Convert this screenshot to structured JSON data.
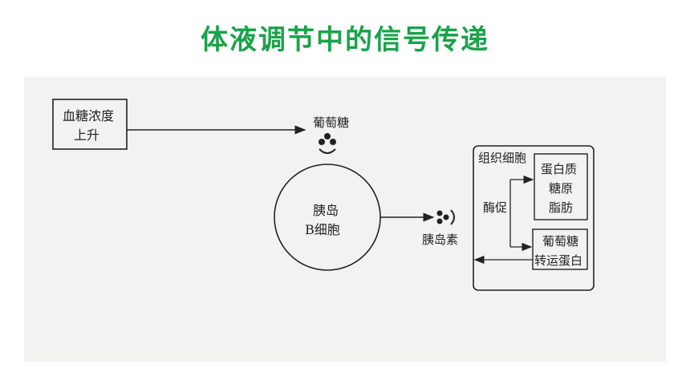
{
  "title": "体液调节中的信号传递",
  "diagram": {
    "stimulus_line1": "血糖浓度",
    "stimulus_line2": "上升",
    "glucose_label": "葡萄糖",
    "cell_line1": "胰岛",
    "cell_line2": "B细胞",
    "insulin_label": "胰岛素",
    "tissue_label": "组织细胞",
    "promote_label": "酶促",
    "products_line1": "蛋白质",
    "products_line2": "糖原",
    "products_line3": "脂肪",
    "transporter_line1": "葡萄糖",
    "transporter_line2": "转运蛋白"
  }
}
